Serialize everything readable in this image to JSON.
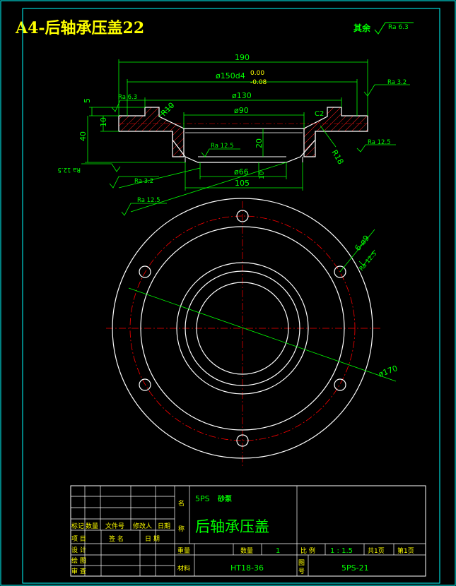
{
  "sheet_title": "A4-后轴承压盖22",
  "surface_note": {
    "prefix": "其余",
    "roughness": "Ra 6.3"
  },
  "section_view": {
    "dims": {
      "d190": "190",
      "d150": "ø150d4",
      "tol_upper": "0.00",
      "tol_lower": "-0.08",
      "d130": "ø130",
      "d90": "ø90",
      "d66": "ø66",
      "d105": "105",
      "h5": "5",
      "h10": "10",
      "h40": "40",
      "h20": "20",
      "h10b": "10",
      "r10": "R10",
      "r18": "R18",
      "c2": "C2"
    },
    "roughness": {
      "top_left": "Ra 6.3",
      "top_right": "Ra 3.2",
      "right": "Ra 12.5",
      "inner": "Ra 12.5",
      "bottom_left_flipped": "Ra 12.5",
      "leader_1": "Ra 3.2",
      "leader_2": "Ra 12.5"
    }
  },
  "plan_view": {
    "hole_note": "6-ø9",
    "hole_roughness": "Ra 12.5",
    "pcd": "ø170"
  },
  "title_block": {
    "product_code": "5PS",
    "product_name": "砂泵",
    "part_name": "后轴承压盖",
    "name_label_1": "名",
    "name_label_2": "称",
    "rev_headers": [
      "标记",
      "数量",
      "文件号",
      "修改人",
      "日期"
    ],
    "row_labels": [
      "项 目",
      "设 计",
      "绘 图",
      "审 查"
    ],
    "sign_header": "签 名",
    "date_header": "日 期",
    "weight_label": "重量",
    "qty_label": "数量",
    "qty_value": "1",
    "material_label": "材料",
    "material_value": "HT18-36",
    "scale_label": "比 例",
    "scale_value": "1 : 1.5",
    "sheets_total": "共1页",
    "sheet_no": "第1页",
    "drawing_no_label": "图号",
    "drawing_no": "5PS-21"
  },
  "colors": {
    "background": "#000000",
    "border": "#00ffff",
    "outline": "#ffffff",
    "dimension": "#00ff00",
    "centerline": "#ff0000",
    "hatch": "#ff0000",
    "title_text": "#ffff00"
  }
}
